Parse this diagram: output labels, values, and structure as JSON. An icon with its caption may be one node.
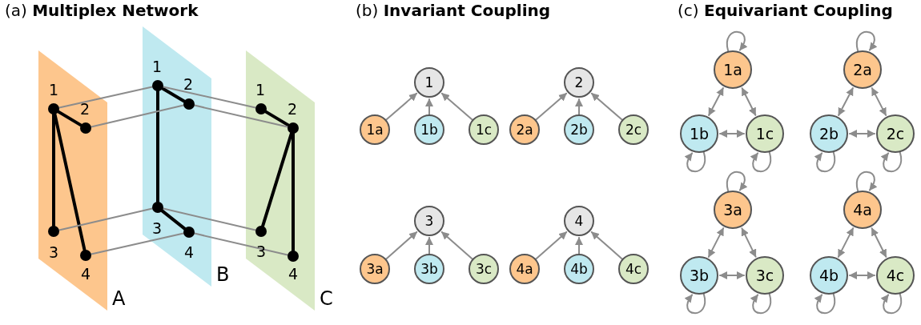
{
  "diagram": {
    "nodes": [
      {
        "text": [
          "A"
        ]
      },
      {
        "text": [],
        "shape": "circle",
        "beside": [
          "1"
        ],
        "in": 0
      },
      {
        "text": [],
        "shape": "circle",
        "beside": [
          "2"
        ],
        "in": 0
      },
      {
        "text": [],
        "shape": "circle",
        "beside": [
          "3"
        ],
        "in": 0
      },
      {
        "text": [],
        "shape": "circle",
        "beside": [
          "4"
        ],
        "in": 0
      },
      {
        "text": [
          "B"
        ]
      },
      {
        "text": [],
        "shape": "circle",
        "beside": [
          "1"
        ],
        "in": 5
      },
      {
        "text": [],
        "shape": "circle",
        "beside": [
          "2"
        ],
        "in": 5
      },
      {
        "text": [],
        "shape": "circle",
        "beside": [
          "3"
        ],
        "in": 5
      },
      {
        "text": [],
        "shape": "circle",
        "beside": [
          "4"
        ],
        "in": 5
      },
      {
        "text": [
          "C"
        ]
      },
      {
        "text": [],
        "shape": "circle",
        "beside": [
          "1"
        ],
        "in": 10
      },
      {
        "text": [],
        "shape": "circle",
        "beside": [
          "2"
        ],
        "in": 10
      },
      {
        "text": [],
        "shape": "circle",
        "beside": [
          "3"
        ],
        "in": 10
      },
      {
        "text": [],
        "shape": "circle",
        "beside": [
          "4"
        ],
        "in": 10
      },
      {
        "text": [
          "1"
        ]
      },
      {
        "text": [
          "1a"
        ]
      },
      {
        "text": [
          "1b"
        ]
      },
      {
        "text": [
          "1c"
        ]
      },
      {
        "text": [
          "2"
        ]
      },
      {
        "text": [
          "2a"
        ]
      },
      {
        "text": [
          "2b"
        ]
      },
      {
        "text": [
          "2c"
        ]
      },
      {
        "text": [
          "3"
        ]
      },
      {
        "text": [
          "3a"
        ]
      },
      {
        "text": [
          "3b"
        ]
      },
      {
        "text": [
          "3c"
        ]
      },
      {
        "text": [
          "4"
        ]
      },
      {
        "text": [
          "4a"
        ]
      },
      {
        "text": [
          "4b"
        ]
      },
      {
        "text": [
          "4c"
        ]
      },
      {
        "text": [
          "1a"
        ]
      },
      {
        "text": [
          "1b"
        ]
      },
      {
        "text": [
          "1c"
        ]
      },
      {
        "text": [
          "2a"
        ]
      },
      {
        "text": [
          "2b"
        ]
      },
      {
        "text": [
          "2c"
        ]
      },
      {
        "text": [
          "3a"
        ]
      },
      {
        "text": [
          "3b"
        ]
      },
      {
        "text": [
          "3c"
        ]
      },
      {
        "text": [
          "4a"
        ]
      },
      {
        "text": [
          "4b"
        ]
      },
      {
        "text": [
          "4c"
        ]
      }
    ],
    "edges": [
      {
        "from": 1,
        "to": 2,
        "arrow": "none",
        "style": "thick",
        "color": "#000000"
      },
      {
        "from": 1,
        "to": 3,
        "arrow": "none",
        "style": "thick",
        "color": "#000000"
      },
      {
        "from": 1,
        "to": 4,
        "arrow": "none",
        "style": "thick",
        "color": "#000000"
      },
      {
        "from": 6,
        "to": 7,
        "arrow": "none",
        "style": "thick",
        "color": "#000000"
      },
      {
        "from": 6,
        "to": 8,
        "arrow": "none",
        "style": "thick",
        "color": "#000000"
      },
      {
        "from": 8,
        "to": 9,
        "arrow": "none",
        "style": "thick",
        "color": "#000000"
      },
      {
        "from": 11,
        "to": 12,
        "arrow": "none",
        "style": "thick",
        "color": "#000000"
      },
      {
        "from": 12,
        "to": 13,
        "arrow": "none",
        "style": "thick",
        "color": "#000000"
      },
      {
        "from": 12,
        "to": 14,
        "arrow": "none",
        "style": "thick",
        "color": "#000000"
      },
      {
        "from": 1,
        "to": 6,
        "arrow": "none"
      },
      {
        "from": 2,
        "to": 7,
        "arrow": "none"
      },
      {
        "from": 3,
        "to": 8,
        "arrow": "none"
      },
      {
        "from": 4,
        "to": 9,
        "arrow": "none"
      },
      {
        "from": 6,
        "to": 11,
        "arrow": "none"
      },
      {
        "from": 7,
        "to": 12,
        "arrow": "none"
      },
      {
        "from": 8,
        "to": 13,
        "arrow": "none"
      },
      {
        "from": 9,
        "to": 14,
        "arrow": "none"
      },
      {
        "from": 16,
        "to": 15,
        "arrow": "to"
      },
      {
        "from": 17,
        "to": 15,
        "arrow": "to"
      },
      {
        "from": 18,
        "to": 15,
        "arrow": "to"
      },
      {
        "from": 20,
        "to": 19,
        "arrow": "to"
      },
      {
        "from": 21,
        "to": 19,
        "arrow": "to"
      },
      {
        "from": 22,
        "to": 19,
        "arrow": "to"
      },
      {
        "from": 24,
        "to": 23,
        "arrow": "to"
      },
      {
        "from": 25,
        "to": 23,
        "arrow": "to"
      },
      {
        "from": 26,
        "to": 23,
        "arrow": "to"
      },
      {
        "from": 28,
        "to": 27,
        "arrow": "to"
      },
      {
        "from": 29,
        "to": 27,
        "arrow": "to"
      },
      {
        "from": 30,
        "to": 27,
        "arrow": "to"
      },
      {
        "from": 31,
        "to": 32,
        "arrow": "both"
      },
      {
        "from": 31,
        "to": 33,
        "arrow": "both"
      },
      {
        "from": 32,
        "to": 33,
        "arrow": "both"
      },
      {
        "from": 31,
        "to": 31,
        "arrow": "to"
      },
      {
        "from": 32,
        "to": 32,
        "arrow": "to"
      },
      {
        "from": 33,
        "to": 33,
        "arrow": "to"
      },
      {
        "from": 34,
        "to": 35,
        "arrow": "both"
      },
      {
        "from": 34,
        "to": 36,
        "arrow": "both"
      },
      {
        "from": 35,
        "to": 36,
        "arrow": "both"
      },
      {
        "from": 34,
        "to": 34,
        "arrow": "to"
      },
      {
        "from": 35,
        "to": 35,
        "arrow": "to"
      },
      {
        "from": 36,
        "to": 36,
        "arrow": "to"
      },
      {
        "from": 37,
        "to": 38,
        "arrow": "both"
      },
      {
        "from": 37,
        "to": 39,
        "arrow": "both"
      },
      {
        "from": 38,
        "to": 39,
        "arrow": "both"
      },
      {
        "from": 37,
        "to": 37,
        "arrow": "to"
      },
      {
        "from": 38,
        "to": 38,
        "arrow": "to"
      },
      {
        "from": 39,
        "to": 39,
        "arrow": "to"
      },
      {
        "from": 40,
        "to": 41,
        "arrow": "both"
      },
      {
        "from": 40,
        "to": 42,
        "arrow": "both"
      },
      {
        "from": 41,
        "to": 42,
        "arrow": "both"
      },
      {
        "from": 40,
        "to": 40,
        "arrow": "to"
      },
      {
        "from": 41,
        "to": 41,
        "arrow": "to"
      },
      {
        "from": 42,
        "to": 42,
        "arrow": "to"
      }
    ],
    "labels": [
      "(a) **Multiplex Network**",
      "(b) **Invariant Coupling**",
      "(c) **Equivariant Coupling**"
    ]
  }
}
